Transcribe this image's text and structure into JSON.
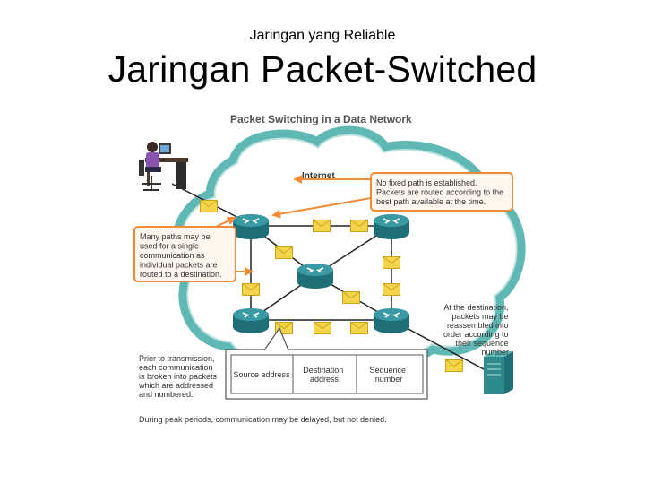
{
  "header": {
    "subtitle": "Jaringan yang Reliable",
    "title": "Jaringan Packet-Switched"
  },
  "diagram": {
    "title": "Packet Switching in a Data Network",
    "cloud_label": "Internet",
    "callouts": {
      "no_fixed_path": [
        "No fixed path is established.",
        "Packets are routed according to the",
        "best path available at the time."
      ],
      "many_paths": [
        "Many paths may be",
        "used for a single",
        "communication as",
        "individual packets are",
        "routed to a destination."
      ],
      "destination": [
        "At the destination,",
        "packets may be",
        "reassembled into",
        "order according to",
        "their sequence",
        "number."
      ],
      "prior": [
        "Prior to transmission,",
        "each communication",
        "is broken into packets",
        "which are addressed",
        "and numbered."
      ]
    },
    "packet_fields": {
      "source": [
        "Source address"
      ],
      "destination": [
        "Destination",
        "address"
      ],
      "sequence": [
        "Sequence",
        "number"
      ]
    },
    "footer_note": "During peak periods, communication may be delayed, but not denied.",
    "colors": {
      "cloud": "#5fb8b3",
      "cloud_inner": "#ffffff",
      "router": "#1f6f78",
      "router_top": "#3a9aa3",
      "packet": "#f3d44a",
      "packet_edge": "#c9a21a",
      "callout_border": "#f08a35",
      "callout_fill": "#fff6ee",
      "arrow": "#f08a35",
      "server": "#2e8a8c",
      "user_shirt": "#8a55b0"
    },
    "icons": [
      "router-icon",
      "packet-icon",
      "server-icon",
      "user-workstation-icon"
    ]
  }
}
